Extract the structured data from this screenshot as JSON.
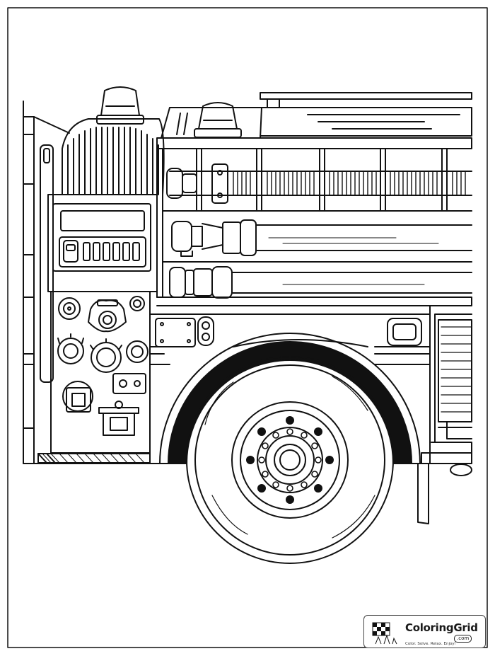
{
  "artwork": {
    "subject": "fire-truck-side-detail",
    "style": "line-art coloring page",
    "colors": {
      "line": "#111111",
      "paper": "#ffffff",
      "fill_dark": "#111111"
    }
  },
  "brand": {
    "name": "ColoringGrid",
    "domain_badge": ".com",
    "tagline": "Color. Solve. Relax. Enjoy!"
  }
}
